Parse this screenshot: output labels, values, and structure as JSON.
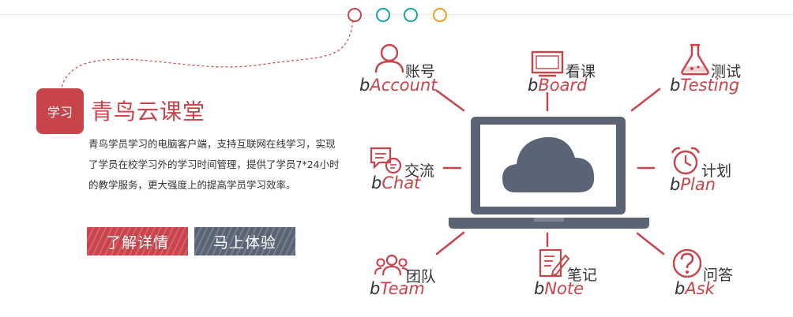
{
  "badge": "学习",
  "title": "青鸟云课堂",
  "description": "青鸟学员学习的电脑客户端，支持互联网在线学习，实现了学员在校学习外的学习时间管理，提供了学员7*24小时的教学服务，更大强度上的提高学员学习效率。",
  "buttons": {
    "detail": "了解详情",
    "try": "马上体验"
  },
  "colors": {
    "accent": "#c8434a",
    "dark": "#5a6474",
    "teal": "#17a2a5",
    "orange": "#f39c24"
  },
  "features": {
    "account": {
      "cn": "账号",
      "prefix": "b",
      "en": "Account",
      "icon": "user-icon"
    },
    "board": {
      "cn": "看课",
      "prefix": "b",
      "en": "Board",
      "icon": "screen-icon"
    },
    "testing": {
      "cn": "测试",
      "prefix": "b",
      "en": "Testing",
      "icon": "flask-icon"
    },
    "chat": {
      "cn": "交流",
      "prefix": "b",
      "en": "Chat",
      "icon": "chat-icon"
    },
    "plan": {
      "cn": "计划",
      "prefix": "b",
      "en": "Plan",
      "icon": "alarm-clock-icon"
    },
    "team": {
      "cn": "团队",
      "prefix": "b",
      "en": "Team",
      "icon": "team-icon"
    },
    "note": {
      "cn": "笔记",
      "prefix": "b",
      "en": "Note",
      "icon": "note-icon"
    },
    "ask": {
      "cn": "问答",
      "prefix": "b",
      "en": "Ask",
      "icon": "question-icon"
    }
  }
}
